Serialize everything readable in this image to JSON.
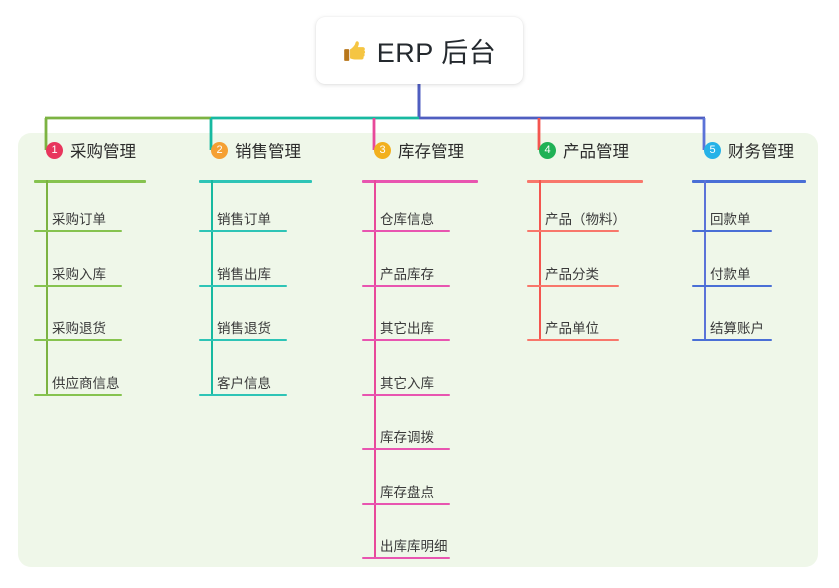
{
  "root": {
    "icon": "thumbs-up-icon",
    "title": "ERP 后台",
    "stem_color": "#4f5ec0"
  },
  "panel": {
    "background": "#eff7e9"
  },
  "trunk": {
    "segments": [
      {
        "color": "#7cb342"
      },
      {
        "color": "#17b9a0"
      },
      {
        "color": "#4f5ec0"
      }
    ]
  },
  "columns": [
    {
      "index": "1",
      "title": "采购管理",
      "badge_color": "#e8365d",
      "line_color": "#86c34f",
      "drop_color": "#7cb342",
      "items": [
        {
          "label": "采购订单"
        },
        {
          "label": "采购入库"
        },
        {
          "label": "采购退货"
        },
        {
          "label": "供应商信息"
        }
      ]
    },
    {
      "index": "2",
      "title": "销售管理",
      "badge_color": "#f5a033",
      "line_color": "#2ec4b6",
      "drop_color": "#17b9a0",
      "items": [
        {
          "label": "销售订单"
        },
        {
          "label": "销售出库"
        },
        {
          "label": "销售退货"
        },
        {
          "label": "客户信息"
        }
      ]
    },
    {
      "index": "3",
      "title": "库存管理",
      "badge_color": "#f2b01e",
      "line_color": "#e855b0",
      "drop_color": "#e8499a",
      "items": [
        {
          "label": "仓库信息"
        },
        {
          "label": "产品库存"
        },
        {
          "label": "其它出库"
        },
        {
          "label": "其它入库"
        },
        {
          "label": "库存调拨"
        },
        {
          "label": "库存盘点"
        },
        {
          "label": "出库库明细"
        }
      ]
    },
    {
      "index": "4",
      "title": "产品管理",
      "badge_color": "#1fb155",
      "line_color": "#f8776b",
      "drop_color": "#f4554f",
      "items": [
        {
          "label": "产品（物料）"
        },
        {
          "label": "产品分类"
        },
        {
          "label": "产品单位"
        }
      ]
    },
    {
      "index": "5",
      "title": "财务管理",
      "badge_color": "#26b2e8",
      "line_color": "#4a6fd6",
      "drop_color": "#5b73d8",
      "items": [
        {
          "label": "回款单"
        },
        {
          "label": "付款单"
        },
        {
          "label": "结算账户"
        }
      ]
    }
  ]
}
